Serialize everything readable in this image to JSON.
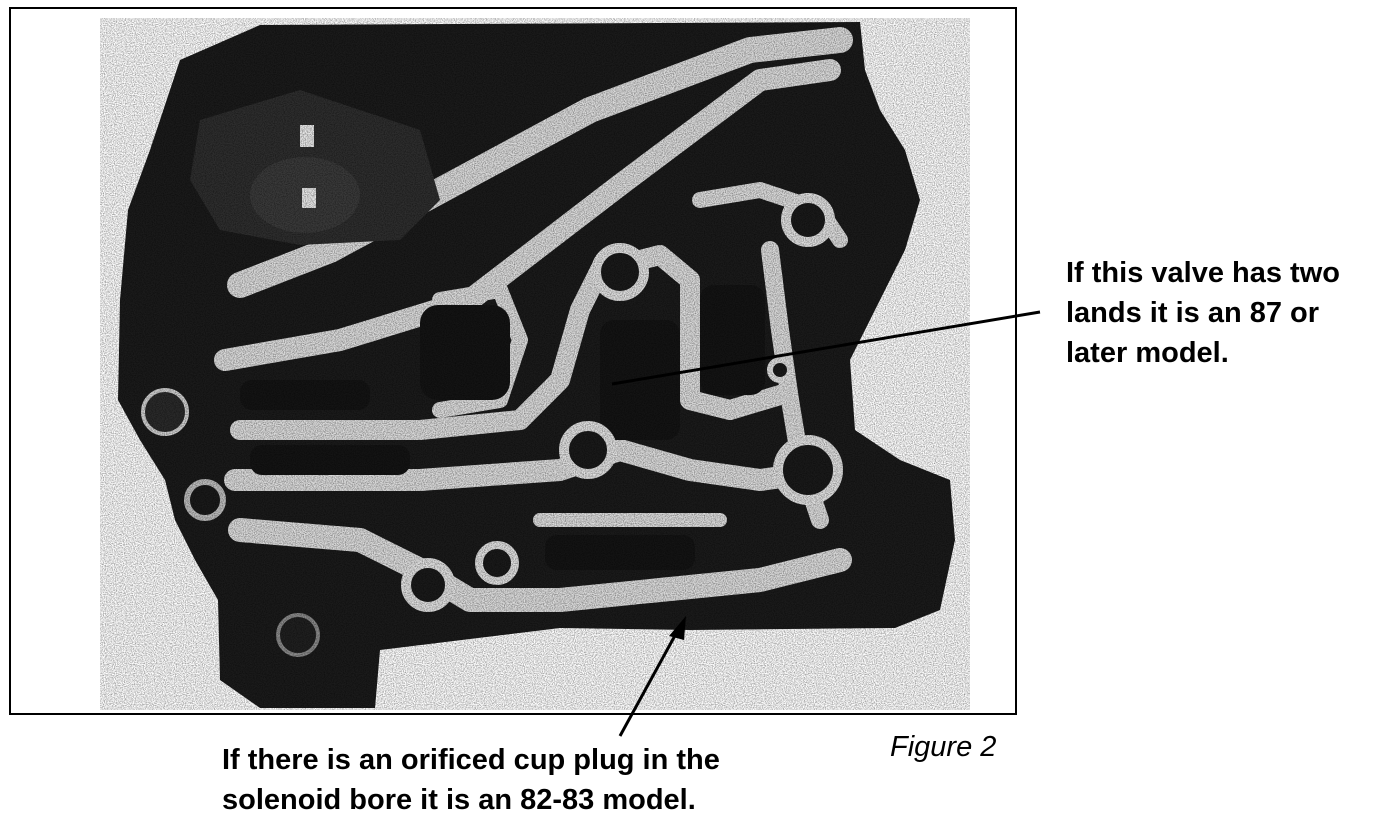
{
  "figure": {
    "caption": "Figure 2",
    "photo_icon": "valve-body-photo",
    "colors": {
      "background": "#ffffff",
      "border": "#000000",
      "casting": "#1b1b1b",
      "gasket": "#dcdcdc",
      "speckle": "#8a8a8a"
    }
  },
  "callouts": {
    "valve_lands": {
      "lines": [
        "If this valve has two",
        "lands it is an 87 or",
        "later model."
      ]
    },
    "cup_plug": {
      "lines": [
        "If there is an orificed cup plug in the",
        "solenoid bore it is an 82-83 model."
      ]
    }
  }
}
